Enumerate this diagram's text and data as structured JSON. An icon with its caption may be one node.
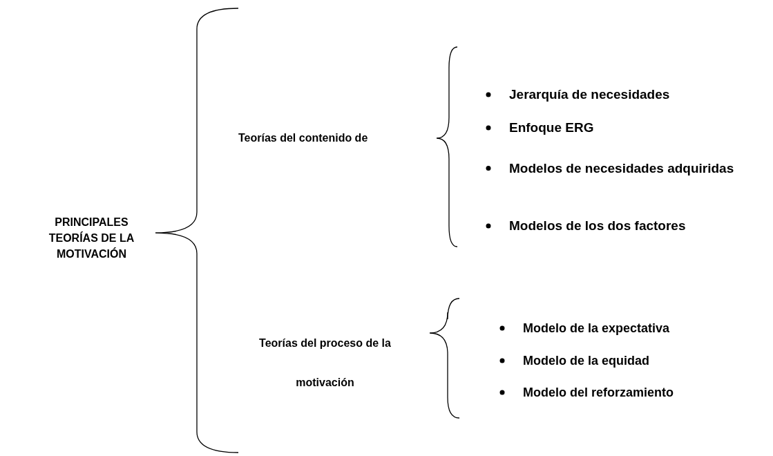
{
  "diagram": {
    "labels": [
      "PRINCIPALES TEORÍAS DE LA MOTIVACIÓN",
      "Teorías del contenido de",
      "Jerarquía de necesidades",
      "Enfoque ERG",
      "Modelos de necesidades adquiridas",
      "Modelos de los dos factores",
      "Teorías del proceso de la motivación",
      "Modelo de la expectativa",
      "Modelo de la equidad",
      "Modelo del reforzamiento"
    ]
  }
}
